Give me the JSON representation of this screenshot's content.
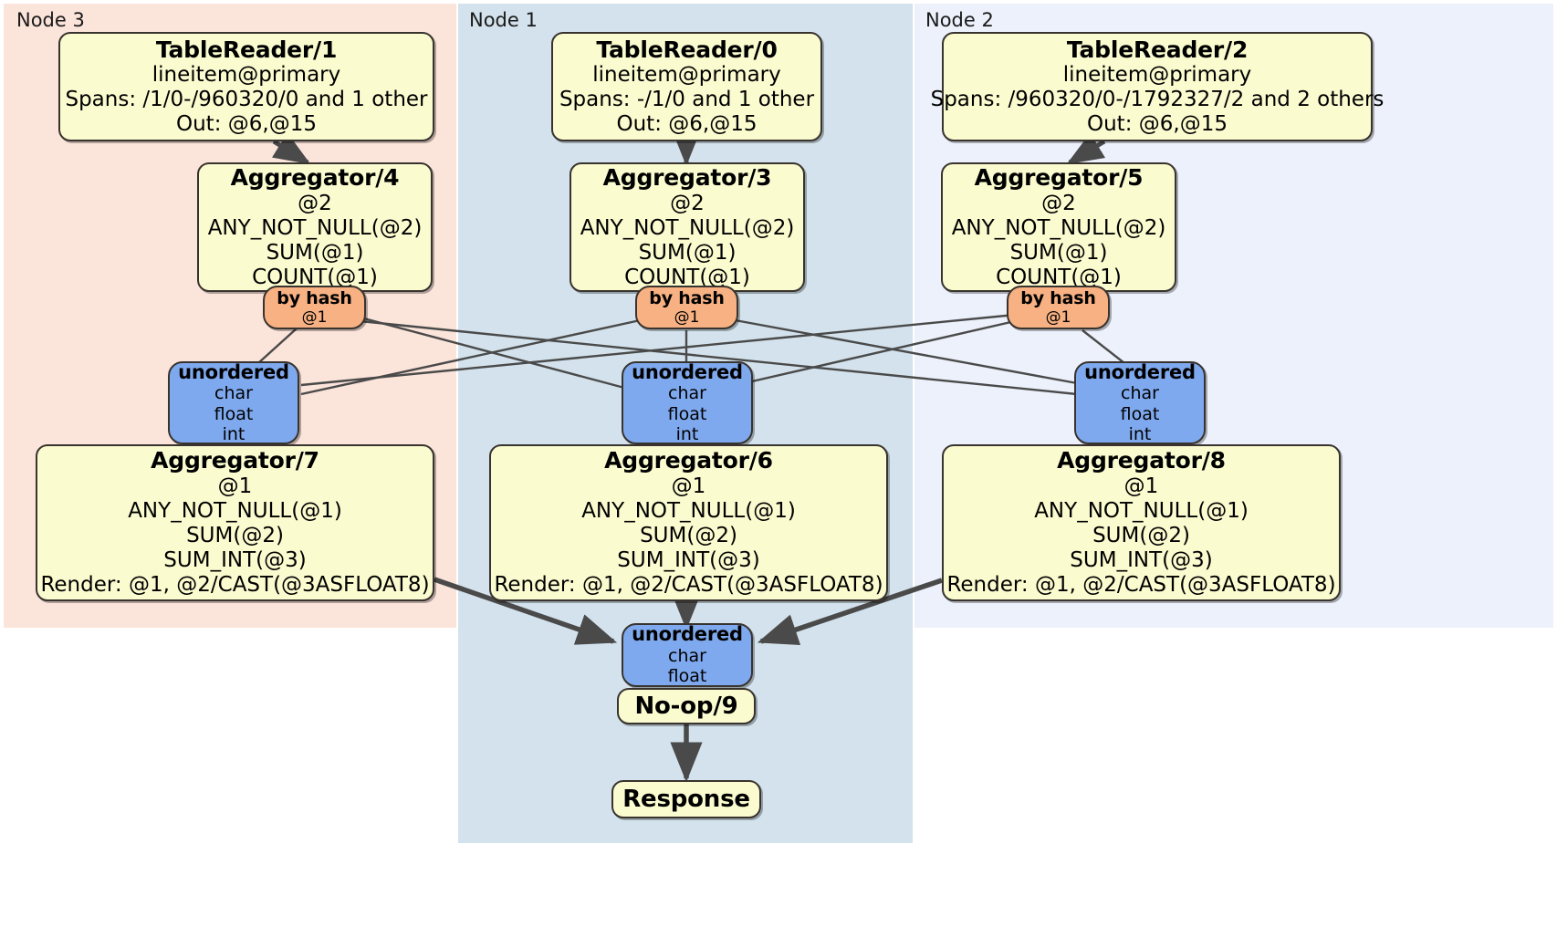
{
  "diagram": {
    "type": "distributed-query-plan",
    "title": "DistSQL physical plan",
    "colors": {
      "node3_panel": "#fbe4da",
      "node1_panel": "#d3e2ec",
      "node2_panel": "#ecf1fb",
      "processor_fill": "#fbfbd0",
      "synchronizer_fill": "#7fa9ee",
      "hash_router_fill": "#f7b183",
      "stroke": "#38332e",
      "edge": "#4a4a4a"
    }
  },
  "panels": [
    {
      "id": "node3",
      "label": "Node 3"
    },
    {
      "id": "node1",
      "label": "Node 1"
    },
    {
      "id": "node2",
      "label": "Node 2"
    }
  ],
  "nodes": {
    "tablereader1": {
      "title": "TableReader/1",
      "lines": [
        "lineitem@primary",
        "Spans: /1/0-/960320/0 and 1 other",
        "Out: @6,@15"
      ]
    },
    "tablereader0": {
      "title": "TableReader/0",
      "lines": [
        "lineitem@primary",
        "Spans: -/1/0 and 1 other",
        "Out: @6,@15"
      ]
    },
    "tablereader2": {
      "title": "TableReader/2",
      "lines": [
        "lineitem@primary",
        "Spans: /960320/0-/1792327/2 and 2 others",
        "Out: @6,@15"
      ]
    },
    "aggregator4": {
      "title": "Aggregator/4",
      "lines": [
        "@2",
        "ANY_NOT_NULL(@2)",
        "SUM(@1)",
        "COUNT(@1)"
      ]
    },
    "aggregator3": {
      "title": "Aggregator/3",
      "lines": [
        "@2",
        "ANY_NOT_NULL(@2)",
        "SUM(@1)",
        "COUNT(@1)"
      ]
    },
    "aggregator5": {
      "title": "Aggregator/5",
      "lines": [
        "@2",
        "ANY_NOT_NULL(@2)",
        "SUM(@1)",
        "COUNT(@1)"
      ]
    },
    "hash4": {
      "title": "by hash",
      "lines": [
        "@1"
      ]
    },
    "hash3": {
      "title": "by hash",
      "lines": [
        "@1"
      ]
    },
    "hash5": {
      "title": "by hash",
      "lines": [
        "@1"
      ]
    },
    "sync7": {
      "title": "unordered",
      "lines": [
        "char",
        "float",
        "int"
      ]
    },
    "sync6": {
      "title": "unordered",
      "lines": [
        "char",
        "float",
        "int"
      ]
    },
    "sync8": {
      "title": "unordered",
      "lines": [
        "char",
        "float",
        "int"
      ]
    },
    "aggregator7": {
      "title": "Aggregator/7",
      "lines": [
        "@1",
        "ANY_NOT_NULL(@1)",
        "SUM(@2)",
        "SUM_INT(@3)",
        "Render: @1, @2/CAST(@3ASFLOAT8)"
      ]
    },
    "aggregator6": {
      "title": "Aggregator/6",
      "lines": [
        "@1",
        "ANY_NOT_NULL(@1)",
        "SUM(@2)",
        "SUM_INT(@3)",
        "Render: @1, @2/CAST(@3ASFLOAT8)"
      ]
    },
    "aggregator8": {
      "title": "Aggregator/8",
      "lines": [
        "@1",
        "ANY_NOT_NULL(@1)",
        "SUM(@2)",
        "SUM_INT(@3)",
        "Render: @1, @2/CAST(@3ASFLOAT8)"
      ]
    },
    "finalsync": {
      "title": "unordered",
      "lines": [
        "char",
        "float"
      ]
    },
    "noop9": {
      "title": "No-op/9",
      "lines": []
    },
    "response": {
      "title": "Response",
      "lines": []
    }
  }
}
